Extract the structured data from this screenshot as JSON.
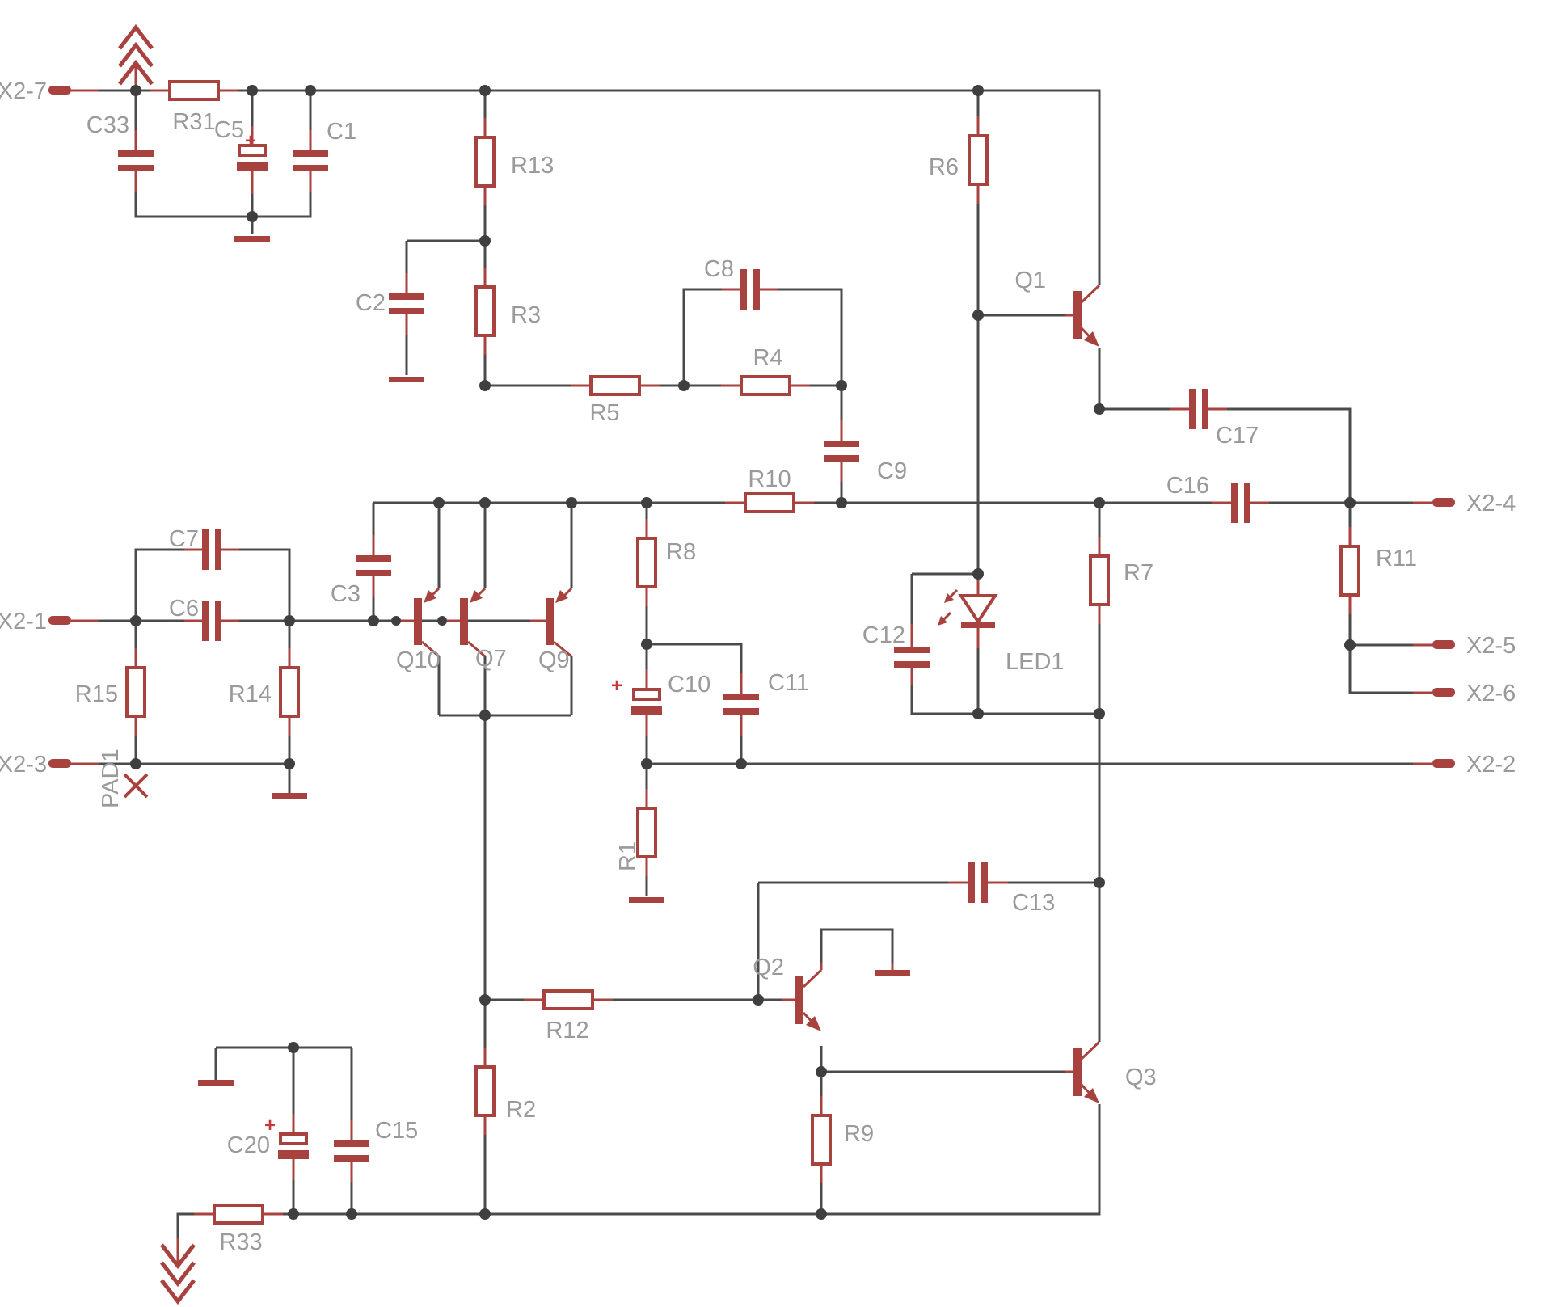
{
  "colors": {
    "background": "#ffffff",
    "wire": "#4b4b4b",
    "symbol": "#a8423f",
    "label": "#9a9a9a",
    "junction": "#3f3f3f"
  },
  "labels": {
    "x2_7": "X2-7",
    "x2_1": "X2-1",
    "x2_3": "X2-3",
    "x2_4": "X2-4",
    "x2_5": "X2-5",
    "x2_6": "X2-6",
    "x2_2": "X2-2",
    "c33": "C33",
    "r31": "R31",
    "c5": "C5",
    "c1": "C1",
    "r13": "R13",
    "c2": "C2",
    "r3": "R3",
    "c8": "C8",
    "r5": "R5",
    "r4": "R4",
    "c9": "C9",
    "r6": "R6",
    "q1": "Q1",
    "c17": "C17",
    "c16": "C16",
    "r11": "R11",
    "r10": "R10",
    "c7": "C7",
    "c6": "C6",
    "c3": "C3",
    "q10": "Q10",
    "q7": "Q7",
    "q9": "Q9",
    "r8": "R8",
    "c12": "C12",
    "led1": "LED1",
    "r7": "R7",
    "r15": "R15",
    "r14": "R14",
    "c10": "C10",
    "c11": "C11",
    "pad1": "PAD1",
    "r1": "R1",
    "c13": "C13",
    "q2": "Q2",
    "r12": "R12",
    "q3": "Q3",
    "r2": "R2",
    "r9": "R9",
    "c15": "C15",
    "c20": "C20",
    "r33": "R33",
    "plus": "+"
  }
}
